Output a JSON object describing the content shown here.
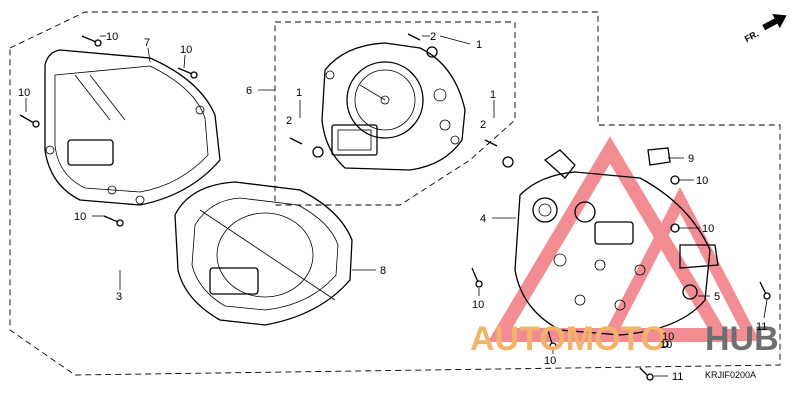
{
  "diagram": {
    "callouts": [
      "10",
      "7",
      "10",
      "10",
      "10",
      "3",
      "8",
      "6",
      "2",
      "1",
      "1",
      "2",
      "1",
      "2",
      "9",
      "10",
      "4",
      "10",
      "10",
      "10",
      "5",
      "11",
      "10",
      "10",
      "11"
    ],
    "drawing_code": "KRJIF0200A",
    "direction_label": "FR."
  },
  "watermark": {
    "part1": "AUTOMOTO",
    "part2": "HUB",
    "color_primary": "#f2b36b",
    "color_secondary": "#6e6e6e",
    "triangle_color": "#e8323c"
  }
}
